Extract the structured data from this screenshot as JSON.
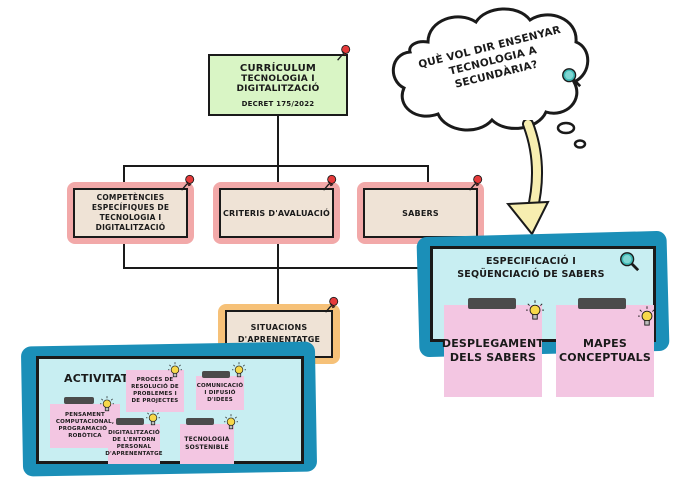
{
  "curriculum": {
    "title_line1": "CURRÍCULUM",
    "title_line2": "TECNOLOGIA I DIGITALITZACIÓ",
    "decree": "DECRET 175/2022"
  },
  "branches": {
    "competencies": "COMPETÈNCIES ESPECÍFIQUES DE TECNOLOGIA I DIGITALITZACIÓ",
    "criteris": "CRITERIS D'AVALUACIÓ",
    "sabers": "SABERS"
  },
  "situacions": {
    "label": "SITUACIONS D'APRENENTATGE"
  },
  "cloud": {
    "question": "QUÈ VOL DIR ENSENYAR TECNOLOGIA A SECUNDÀRIA?"
  },
  "sabers_panel": {
    "title": "ESPECIFICACIÓ I SEQÜENCIACIÓ DE SABERS",
    "notes": [
      "DESPLEGAMENT DELS SABERS",
      "MAPES CONCEPTUALS"
    ]
  },
  "activitats_panel": {
    "title": "ACTIVITATS",
    "notes": [
      "PENSAMENT COMPUTACIONAL, PROGRAMACIÓ I ROBÒTICA",
      "PROCÉS DE RESOLUCIÓ DE PROBLEMES I DE PROJECTES",
      "COMUNICACIÓ I DIFUSIÓ D'IDEES",
      "DIGITALITZACIÓ DE L'ENTORN PERSONAL D'APRENENTATGE",
      "TECNOLOGIA SOSTENIBLE"
    ]
  },
  "colors": {
    "pink_frame": "#f2a9a9",
    "beige": "#efe3d6",
    "green": "#d9f5c5",
    "teal_frame": "#1b8fb8",
    "light_cyan": "#c8eef2",
    "sticky_pink": "#f3c6e2",
    "orange_frame": "#f6c178",
    "arrow_yellow": "#f7eeb0"
  },
  "icons": [
    "pin-icon",
    "lightbulb-icon",
    "magnifier-icon"
  ]
}
